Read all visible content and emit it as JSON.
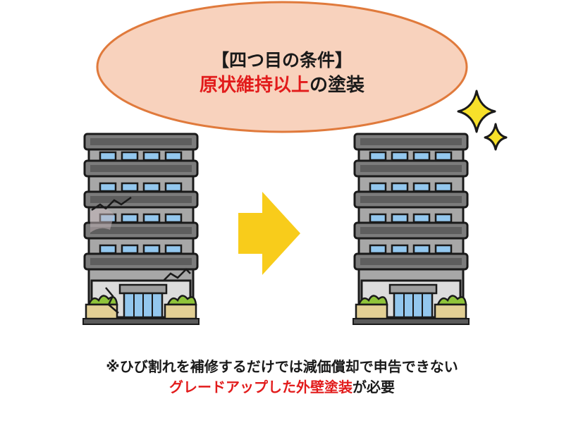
{
  "bubble": {
    "heading": "【四つ目の条件】",
    "emphasis": "原状維持以上",
    "suffix": "の塗装"
  },
  "note": {
    "line1": "※ひび割れを補修するだけでは減価償却で申告できない",
    "line2_emphasis": "グレードアップした外壁塗装",
    "line2_suffix": "が必要"
  },
  "colors": {
    "bubble_fill": "#f8d2bd",
    "bubble_stroke": "#e07a3c",
    "arrow": "#f8cc1b",
    "emphasis_text": "#e21b1b",
    "sparkle": "#f7e02a",
    "building_dark": "#5e5e5e",
    "building_mid": "#7c7c7c",
    "window": "#93c7ee",
    "shrub": "#8fc43a",
    "planter": "#e2cf94"
  },
  "icons": {
    "arrow": "right-arrow-icon",
    "sparkle": "sparkle-icon"
  }
}
